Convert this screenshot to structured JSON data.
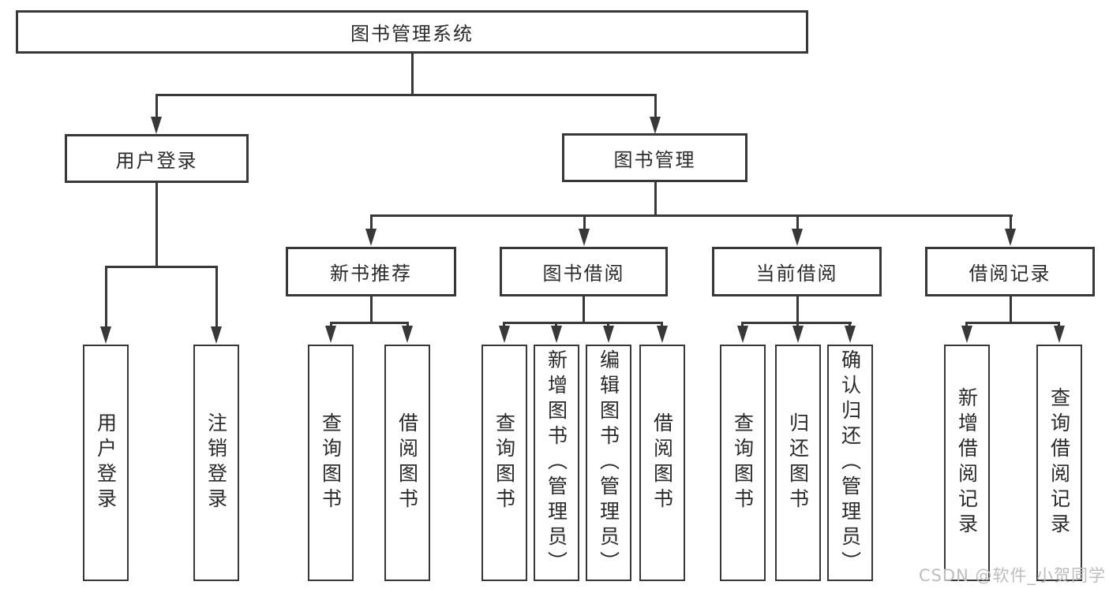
{
  "diagram": {
    "root": {
      "label": "图书管理系统"
    },
    "level2": [
      {
        "label": "用户登录",
        "children": [
          {
            "label": "用户登录"
          },
          {
            "label": "注销登录"
          }
        ]
      },
      {
        "label": "图书管理",
        "children": [
          {
            "label": "新书推荐",
            "children": [
              {
                "label": "查询图书"
              },
              {
                "label": "借阅图书"
              }
            ]
          },
          {
            "label": "图书借阅",
            "children": [
              {
                "label": "查询图书"
              },
              {
                "label": "新增图书（管理员）"
              },
              {
                "label": "编辑图书（管理员）"
              },
              {
                "label": "借阅图书"
              }
            ]
          },
          {
            "label": "当前借阅",
            "children": [
              {
                "label": "查询图书"
              },
              {
                "label": "归还图书"
              },
              {
                "label": "确认归还（管理员）"
              }
            ]
          },
          {
            "label": "借阅记录",
            "children": [
              {
                "label": "新增借阅记录"
              },
              {
                "label": "查询借阅记录"
              }
            ]
          }
        ]
      }
    ]
  },
  "watermark": {
    "text": "CSDN @软件_小贺同学"
  },
  "colors": {
    "line": "#383838",
    "text": "#2a2a2a",
    "watermark": "#bdbdbd",
    "background": "#ffffff"
  }
}
